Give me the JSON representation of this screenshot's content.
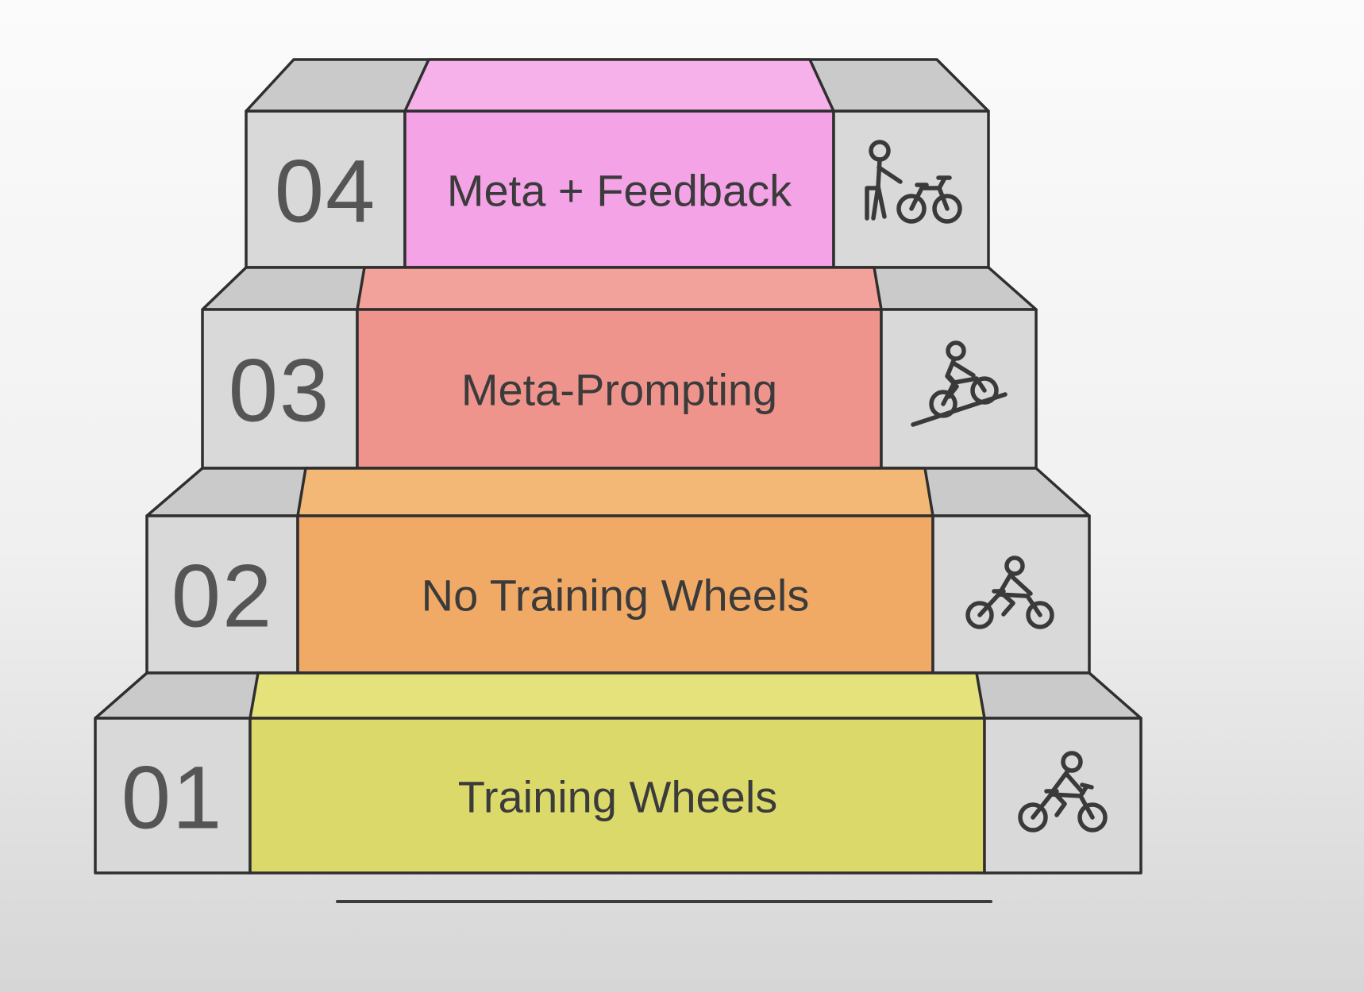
{
  "diagram": {
    "background_top": "#fbfbfb",
    "background_mid": "#f0f0f0",
    "background_bottom": "#d6d6d6",
    "outline_color": "#2f2f2f",
    "gray_front_color": "#d9d9d9",
    "gray_top_color": "#cacaca",
    "floor_line_color": "#3c3c3c",
    "number_color": "#555555",
    "label_color": "#3b3b3b"
  },
  "steps": [
    {
      "number": "01",
      "label": "Training Wheels",
      "front_color": "#dcd96b",
      "top_color": "#e5e27c",
      "icon": "cyclist-riding-icon"
    },
    {
      "number": "02",
      "label": "No Training Wheels",
      "front_color": "#f1aa66",
      "top_color": "#f4b876",
      "icon": "cyclist-sprinting-icon"
    },
    {
      "number": "03",
      "label": "Meta-Prompting",
      "front_color": "#ef948c",
      "top_color": "#f2a29a",
      "icon": "cyclist-uphill-icon"
    },
    {
      "number": "04",
      "label": "Meta + Feedback",
      "front_color": "#f3a3e6",
      "top_color": "#f6b0ea",
      "icon": "person-standing-with-bike-icon"
    }
  ]
}
